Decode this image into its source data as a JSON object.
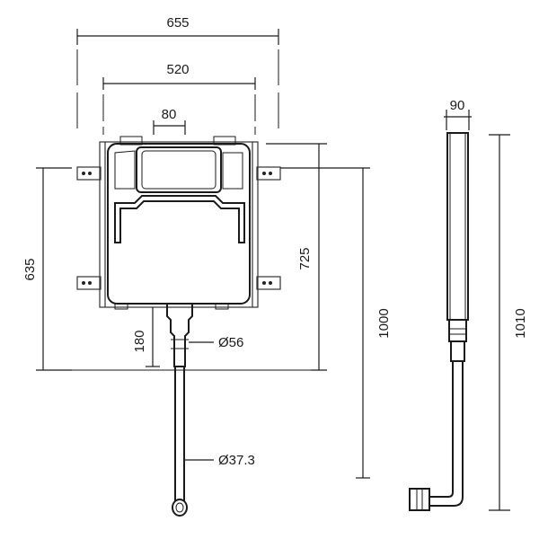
{
  "dimensions": {
    "overall_width": "655",
    "inner_width": "520",
    "outlet_width": "80",
    "side_depth": "90",
    "frame_height": "635",
    "cistern_height": "725",
    "total_height": "1000",
    "side_height": "1010",
    "outlet_height": "180",
    "outlet_diameter": "Ø56",
    "pipe_diameter": "Ø37.3"
  }
}
